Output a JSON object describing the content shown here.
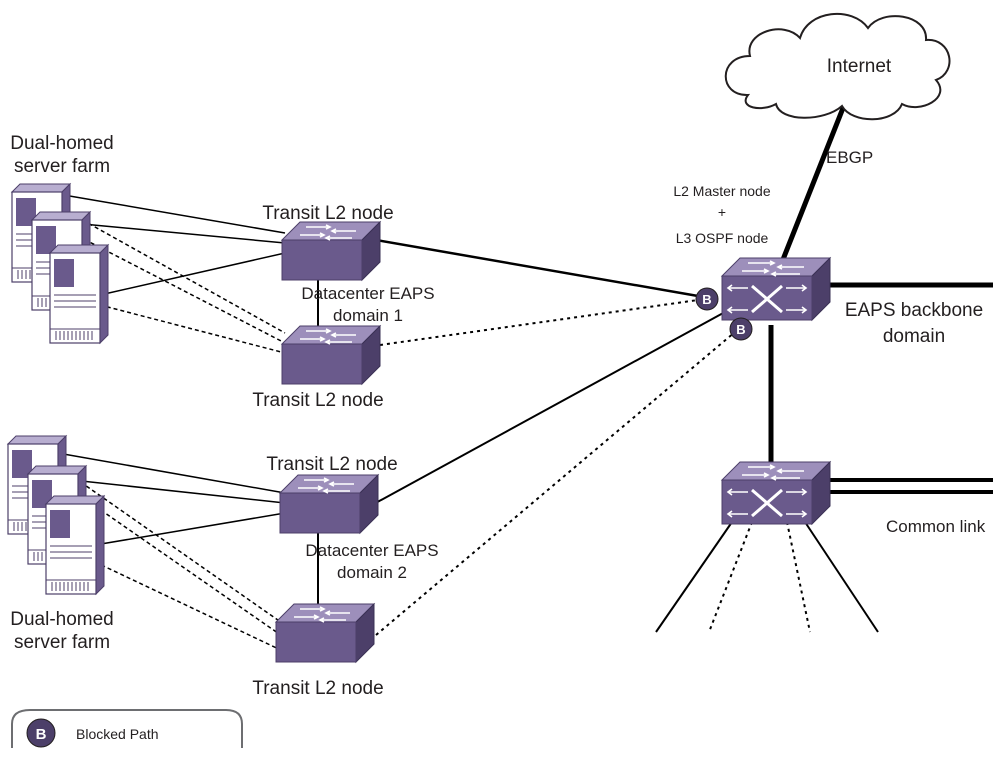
{
  "diagram": {
    "internet": "Internet",
    "ebgp": "EBGP",
    "master": {
      "line1": "L2 Master node",
      "line2": "+",
      "line3": "L3 OSPF node"
    },
    "backbone": {
      "line1": "EAPS backbone",
      "line2": "domain"
    },
    "common_link": "Common link",
    "server_farm_top": {
      "line1": "Dual-homed",
      "line2": "server farm"
    },
    "server_farm_bottom": {
      "line1": "Dual-homed",
      "line2": "server farm"
    },
    "transit_1": "Transit L2 node",
    "transit_2": "Transit L2 node",
    "transit_3": "Transit L2 node",
    "transit_4": "Transit L2 node",
    "domain1": {
      "line1": "Datacenter EAPS",
      "line2": "domain 1"
    },
    "domain2": {
      "line1": "Datacenter EAPS",
      "line2": "domain 2"
    },
    "blocked_badge": "B",
    "legend": {
      "badge": "B",
      "label": "Blocked Path"
    },
    "colors": {
      "device": "#6a5a8c",
      "device_top": "#8b7cab",
      "device_dark": "#4c3f69",
      "line": "#000000"
    }
  }
}
